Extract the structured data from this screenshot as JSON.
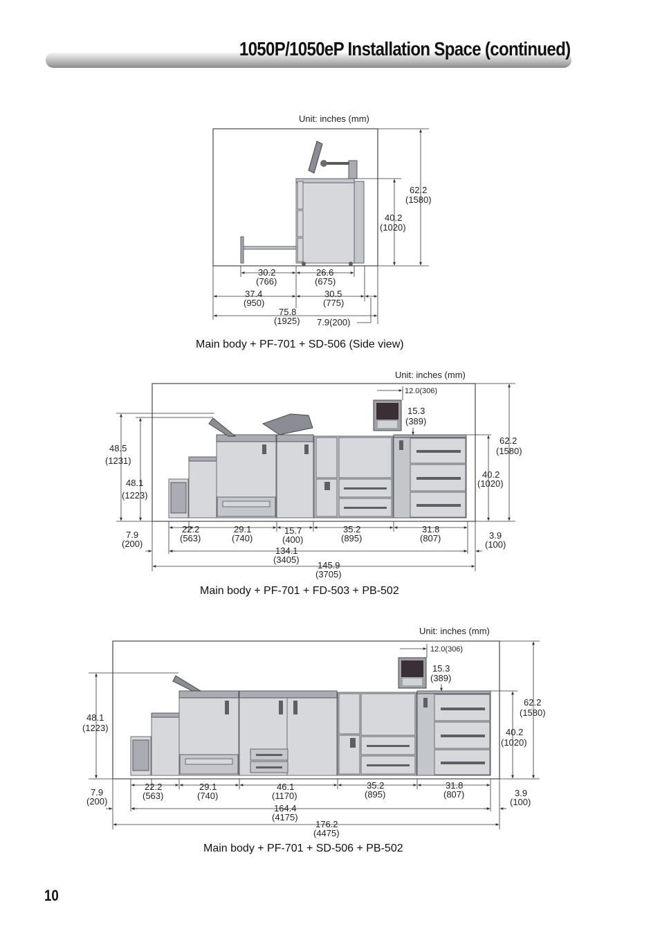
{
  "header": {
    "title": "1050P/1050eP Installation Space (continued)"
  },
  "page_number": "10",
  "unit_label": "Unit: inches (mm)",
  "diagrams": {
    "side": {
      "caption": "Main body + PF-701 + SD-506 (Side view)",
      "dims": {
        "h_total": [
          "62.2",
          "(1580)"
        ],
        "h_body": [
          "40.2",
          "(1020)"
        ],
        "w_a": [
          "30.2",
          "(766)"
        ],
        "w_b": [
          "26.6",
          "(675)"
        ],
        "w_c": [
          "37.4",
          "(950)"
        ],
        "w_d": [
          "30.5",
          "(775)"
        ],
        "w_total": [
          "75.8",
          "(1925)"
        ],
        "w_rear": "7.9(200)"
      }
    },
    "fd": {
      "caption": "Main body + PF-701 + FD-503 + PB-502",
      "dims": {
        "panel": "12.0(306)",
        "panel_h": [
          "15.3",
          "(389)"
        ],
        "h_total": [
          "62.2",
          "(1580)"
        ],
        "h_body": [
          "40.2",
          "(1020)"
        ],
        "h_left1": [
          "48.5",
          "(1231)"
        ],
        "h_left2": [
          "48.1",
          "(1223)"
        ],
        "w1": [
          "22.2",
          "(563)"
        ],
        "w2": [
          "29.1",
          "(740)"
        ],
        "w3": [
          "15.7",
          "(400)"
        ],
        "w4": [
          "35.2",
          "(895)"
        ],
        "w5": [
          "31.8",
          "(807)"
        ],
        "left_gap": [
          "7.9",
          "(200)"
        ],
        "right_gap": [
          "3.9",
          "(100)"
        ],
        "w_mid": [
          "134.1",
          "(3405)"
        ],
        "w_total": [
          "145.9",
          "(3705)"
        ]
      }
    },
    "sd": {
      "caption": "Main body + PF-701 + SD-506 + PB-502",
      "dims": {
        "panel": "12.0(306)",
        "panel_h": [
          "15.3",
          "(389)"
        ],
        "h_total": [
          "62.2",
          "(1580)"
        ],
        "h_body": [
          "40.2",
          "(1020)"
        ],
        "h_left": [
          "48.1",
          "(1223)"
        ],
        "w1": [
          "22.2",
          "(563)"
        ],
        "w2": [
          "29.1",
          "(740)"
        ],
        "w3": [
          "46.1",
          "(1170)"
        ],
        "w4": [
          "35.2",
          "(895)"
        ],
        "w5": [
          "31.8",
          "(807)"
        ],
        "left_gap": [
          "7.9",
          "(200)"
        ],
        "right_gap": [
          "3.9",
          "(100)"
        ],
        "w_mid": [
          "164.4",
          "(4175)"
        ],
        "w_total": [
          "176.2",
          "(4475)"
        ]
      }
    }
  }
}
